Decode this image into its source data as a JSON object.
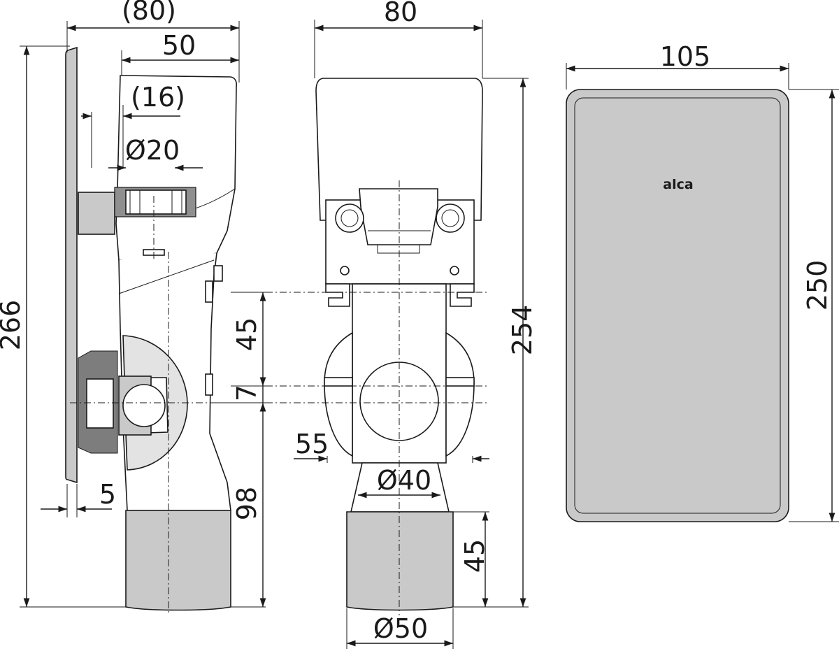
{
  "dimensions": {
    "side_depth_total": "(80)",
    "side_depth_box": "50",
    "side_offset": "(16)",
    "side_inlet_diameter": "Ø20",
    "side_height_total": "266",
    "side_plate_thickness": "5",
    "front_width": "80",
    "front_height_total": "254",
    "front_upper_vertical": "45",
    "front_offset": "7",
    "front_lower_vertical": "98",
    "front_branch_width": "55",
    "front_branch_diameter": "Ø40",
    "front_outlet_length": "45",
    "front_outlet_diameter": "Ø50",
    "cover_width": "105",
    "cover_height": "250"
  },
  "cover": {
    "brand": "alca"
  },
  "colors": {
    "line": "#1a1a1a",
    "part_fill": "#c9c9c9",
    "plate_fill": "#d0d0d0",
    "background": "#ffffff"
  }
}
